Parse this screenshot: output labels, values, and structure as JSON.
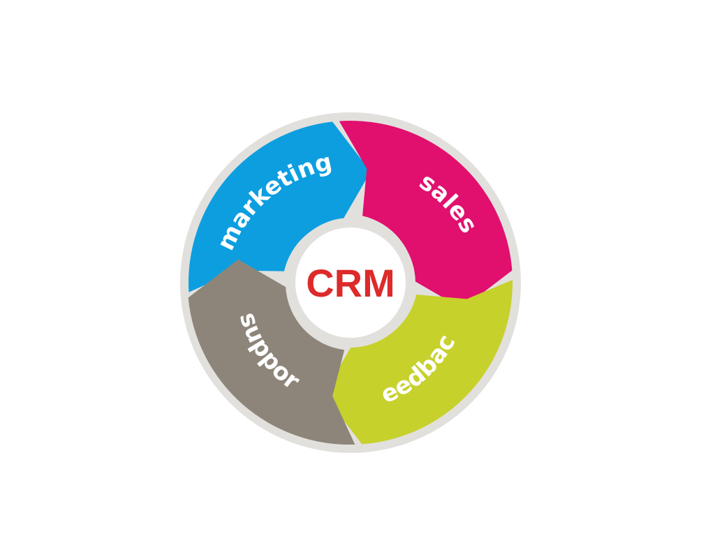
{
  "diagram": {
    "center": {
      "label": "CRM",
      "color": "#dd2a2a"
    },
    "colors": {
      "ring": "#e2e0dd",
      "center_fill": "#ffffff"
    },
    "segments": [
      {
        "id": "marketing",
        "label": "marketing",
        "color": "#0d9ee0"
      },
      {
        "id": "sales",
        "label": "sales",
        "color": "#e10f6e"
      },
      {
        "id": "feedback",
        "label": "feedback",
        "color": "#c7d12c"
      },
      {
        "id": "support",
        "label": "support",
        "color": "#8d857a"
      }
    ]
  }
}
